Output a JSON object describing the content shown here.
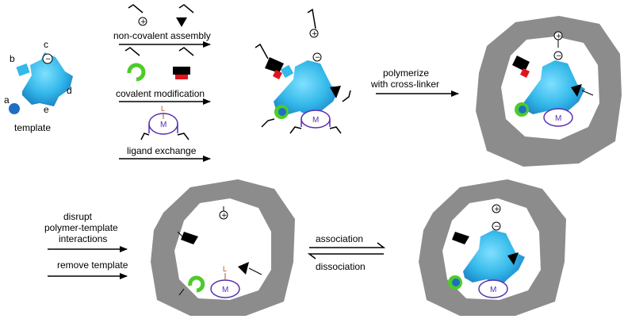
{
  "labels": {
    "site_a": "a",
    "site_b": "b",
    "site_c": "c",
    "site_d": "d",
    "site_e": "e",
    "template": "template",
    "non_covalent_assembly": "non-covalent assembly",
    "covalent_modification": "covalent modification",
    "ligand_exchange": "ligand exchange",
    "polymerize_line1": "polymerize",
    "polymerize_line2": "with cross-linker",
    "disrupt_line1": "disrupt",
    "disrupt_line2": "polymer-template",
    "disrupt_line3": "interactions",
    "remove_template": "remove template",
    "association": "association",
    "dissociation": "dissociation"
  },
  "symbols": {
    "plus": "+",
    "minus": "−",
    "metal": "M",
    "ligand": "L"
  },
  "colors": {
    "template_fill": "#35b9ea",
    "template_dark": "#1c88c8",
    "site_a_blue": "#1e6fc4",
    "green_ring": "#4ccc28",
    "red_block": "#e0141c",
    "black": "#000000",
    "metal_purple": "#5a2fb0",
    "polymer_gray": "#8c8c8c"
  }
}
